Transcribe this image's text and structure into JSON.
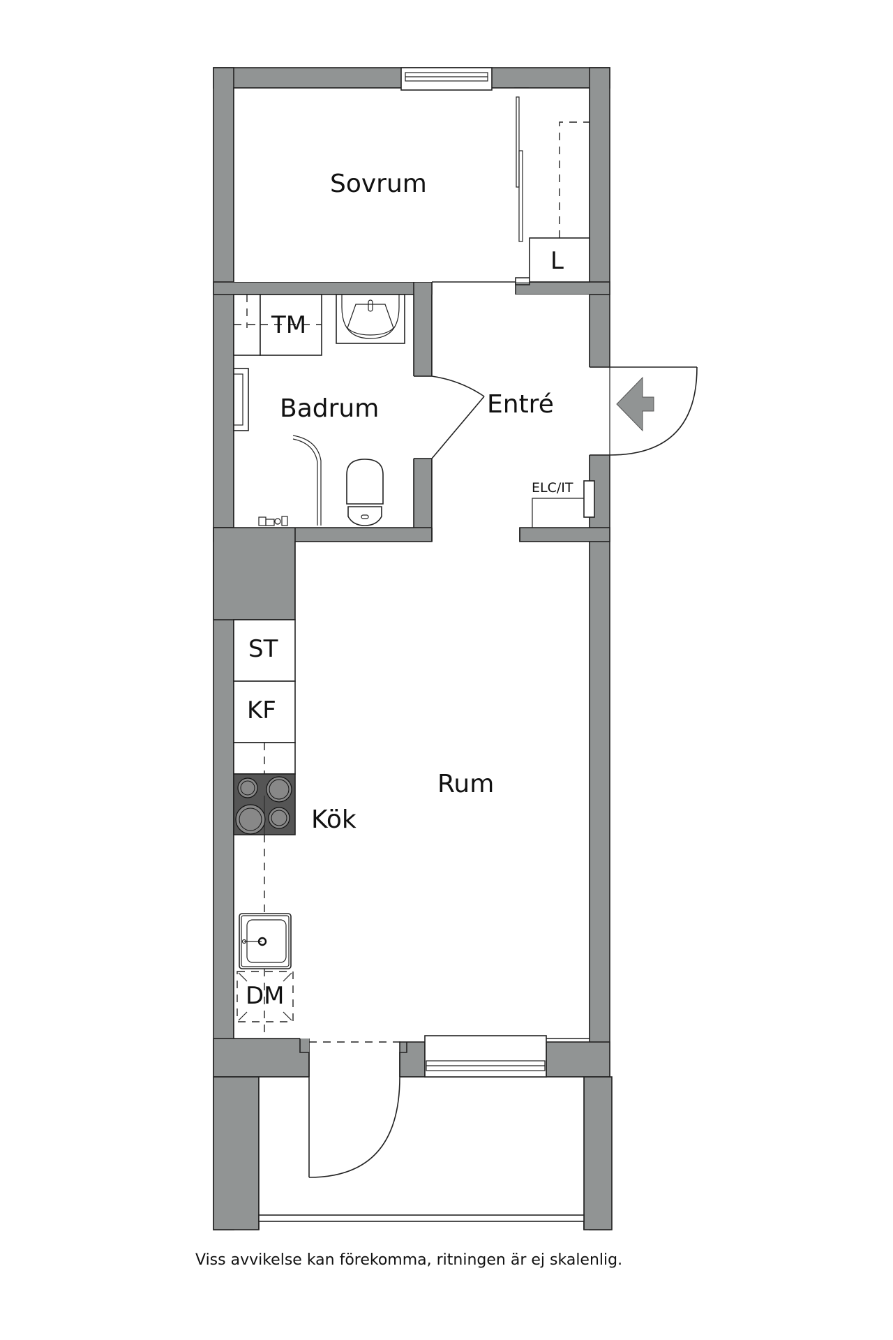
{
  "rooms": {
    "sovrum": "Sovrum",
    "badrum": "Badrum",
    "entre": "Entré",
    "rum": "Rum",
    "kok": "Kök"
  },
  "fixtures": {
    "closet": "L",
    "washing_machine": "TM",
    "freezer": "ST",
    "fridge_freezer": "KF",
    "dishwasher": "DM",
    "electrical_panel": "ELC/IT"
  },
  "caption": "Viss avvikelse kan förekomma, ritningen är ej skalenlig.",
  "colors": {
    "wall": "#919494",
    "stove": "#555555",
    "burner": "#888888",
    "line": "#222222"
  },
  "icons": {
    "entrance": "entrance-arrow-icon"
  }
}
